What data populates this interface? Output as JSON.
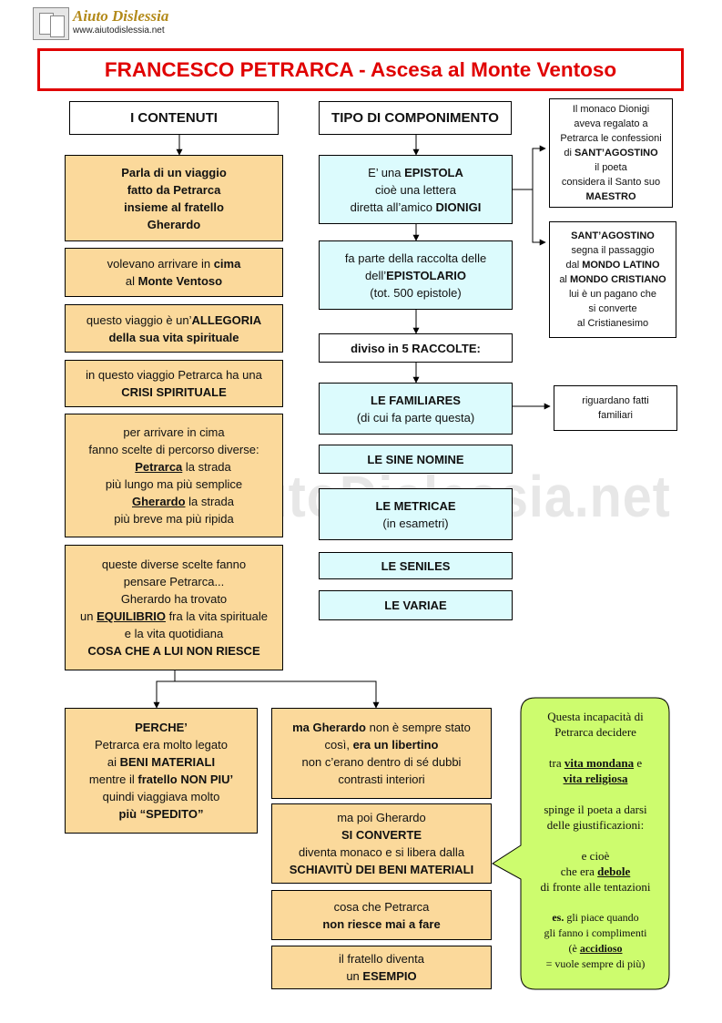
{
  "logo": {
    "name": "Aiuto Dislessia",
    "url": "www.aiutodislessia.net"
  },
  "title": "FRANCESCO PETRARCA - Ascesa al Monte Ventoso",
  "watermark": "By AiutoDislessia.net",
  "contenuti": {
    "header": "I CONTENUTI",
    "box1": {
      "l1": "Parla di  un viaggio",
      "l2": "fatto da Petrarca",
      "l3": "insieme al fratello",
      "l4": "Gherardo"
    },
    "box2": {
      "l1a": "volevano arrivare in ",
      "l1b": "cima",
      "l2a": "al ",
      "l2b": "Monte Ventoso"
    },
    "box3": {
      "l1a": "questo viaggio è un’",
      "l1b": "ALLEGORIA",
      "l2": "della sua vita spirituale"
    },
    "box4": {
      "l1": "in questo viaggio Petrarca ha una",
      "l2": "CRISI SPIRITUALE"
    },
    "box5": {
      "l1": "per arrivare in cima",
      "l2": "fanno scelte di percorso diverse:",
      "l3a": "Petrarca",
      "l3b": " la strada",
      "l4": "più lungo ma più semplice",
      "l5a": "Gherardo",
      "l5b": " la strada",
      "l6": "più breve ma più ripida"
    },
    "box6": {
      "l1": "queste diverse scelte fanno",
      "l2": "pensare Petrarca...",
      "l3": "Gherardo ha  trovato",
      "l4a": "un ",
      "l4b": "EQUILIBRIO",
      "l4c": " fra la vita spirituale",
      "l5": "e la vita quotidiana",
      "l6": "COSA CHE A LUI NON RIESCE"
    }
  },
  "tipo": {
    "header": "TIPO DI COMPONIMENTO",
    "epistola": {
      "l1a": "E’ una ",
      "l1b": "EPISTOLA",
      "l2": "cioè una lettera",
      "l3a": "diretta all’amico ",
      "l3b": "DIONIGI"
    },
    "raccolta": {
      "l1": "fa parte della raccolta delle",
      "l2a": "dell’",
      "l2b": "EPISTOLARIO",
      "l3": "(tot. 500 epistole)"
    },
    "diviso": "diviso in 5 RACCOLTE:",
    "familiares": {
      "l1": "LE FAMILIARES",
      "l2": "(di cui  fa parte questa)"
    },
    "sine_nomine": "LE SINE NOMINE",
    "metricae": {
      "l1": "LE METRICAE",
      "l2": "(in esametri)"
    },
    "seniles": "LE SENILES",
    "variae": "LE VARIAE"
  },
  "dionigi_note": {
    "l1": "Il monaco Dionigi",
    "l2": "aveva regalato a",
    "l3": "Petrarca le confessioni",
    "l4a": "di ",
    "l4b": "SANT’AGOSTINO",
    "l5": "il poeta",
    "l6": "considera il Santo suo",
    "l7": "MAESTRO"
  },
  "agostino_note": {
    "l1": "SANT’AGOSTINO",
    "l2": "segna il passaggio",
    "l3a": "dal ",
    "l3b": "MONDO LATINO",
    "l4a": "al ",
    "l4b": "MONDO CRISTIANO",
    "l5": "lui è un pagano che",
    "l6": "si converte",
    "l7": "al Cristianesimo"
  },
  "familiari_note": {
    "l1": "riguardano  fatti",
    "l2": "familiari"
  },
  "perche": {
    "l1": "PERCHE’",
    "l2": "Petrarca era molto legato",
    "l3a": "ai ",
    "l3b": "BENI MATERIALI",
    "l4a": "mentre il ",
    "l4b": "fratello NON PIU’",
    "l5": "quindi viaggiava molto",
    "l6a": "più ",
    "l6b": "“SPEDITO”"
  },
  "gherardo": {
    "box1": {
      "l1a": "ma Gherardo",
      "l1b": " non è sempre stato",
      "l2a": "così, ",
      "l2b": "era un libertino",
      "l3": "non c’erano dentro di sé dubbi",
      "l4": "contrasti interiori"
    },
    "box2": {
      "l1": "ma poi Gherardo",
      "l2": "SI CONVERTE",
      "l3": "diventa monaco e si libera dalla",
      "l4": "SCHIAVITÙ DEI BENI MATERIALI"
    },
    "box3": {
      "l1": "cosa che Petrarca",
      "l2": "non riesce mai a fare"
    },
    "box4": {
      "l1": "il fratello diventa",
      "l2a": "un ",
      "l2b": "ESEMPIO"
    }
  },
  "bubble": {
    "l1": "Questa incapacità di",
    "l2": "Petrarca decidere",
    "l3a": "tra ",
    "l3b": "vita mondana",
    "l3c": " e",
    "l4": "vita religiosa",
    "l5": "spinge il poeta a darsi",
    "l6": "delle giustificazioni:",
    "l7": "e cioè",
    "l8a": "che era ",
    "l8b": "debole",
    "l9": "di fronte alle tentazioni",
    "l10a": "es.",
    "l10b": " gli piace quando",
    "l11": "gli fanno i complimenti",
    "l12a": "(è ",
    "l12b": "accidioso",
    "l13": "= vuole sempre di più)"
  },
  "colors": {
    "title_red": "#e00000",
    "orange_box": "#fbd99b",
    "cyan_box": "#dcfbfd",
    "bubble_green": "#cdfc6e",
    "arrow_red": "#e00000"
  }
}
